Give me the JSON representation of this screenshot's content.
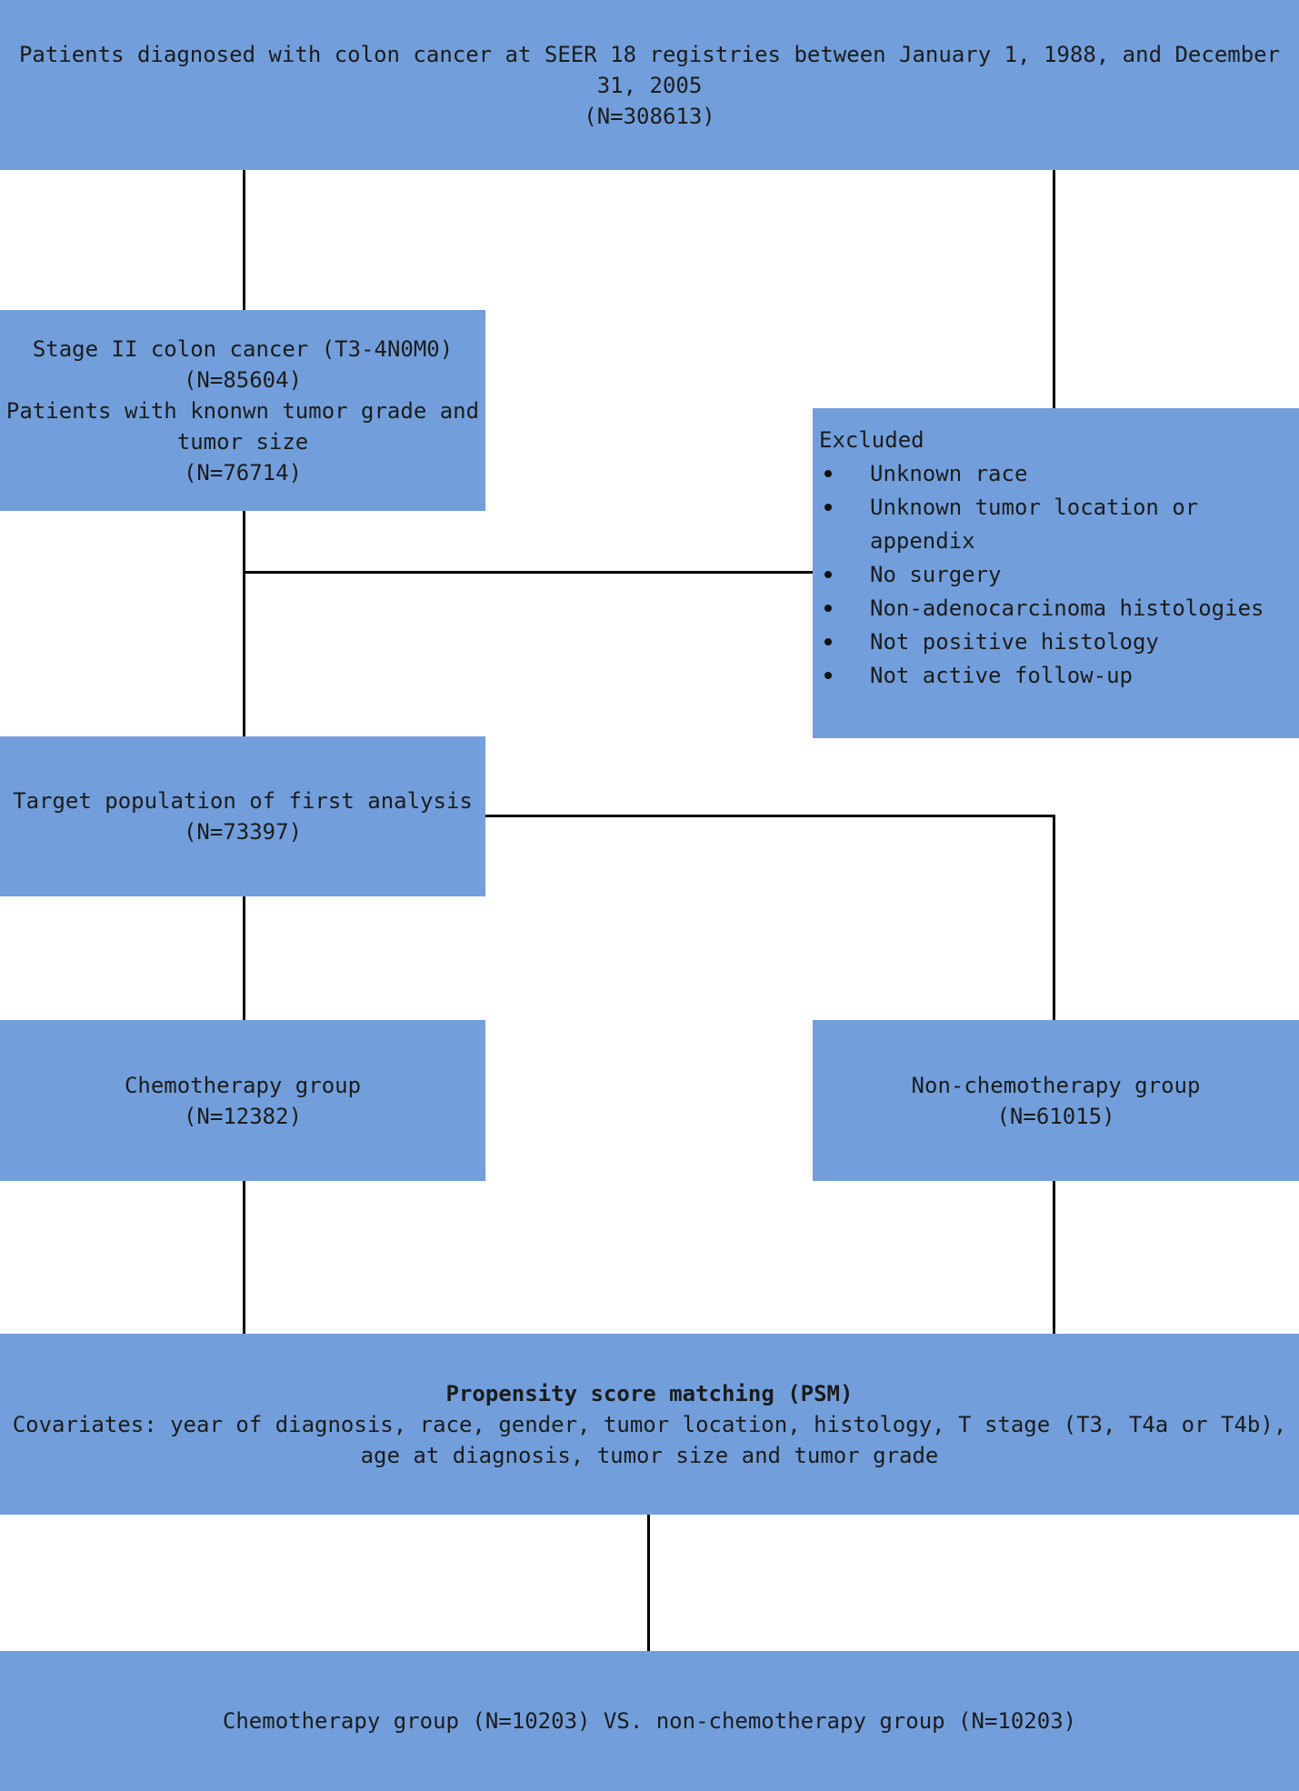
{
  "flowchart": {
    "seer_box": {
      "line1": "Patients diagnosed with colon cancer at SEER 18 registries between January 1, 1988, and December",
      "line2": "31, 2005",
      "count": "(N=308613)"
    },
    "stage2_box": {
      "line1": "Stage II colon cancer (T3-4N0M0)",
      "count1": "(N=85604)",
      "line2": "Patients with knonwn tumor grade and",
      "line3": "tumor size",
      "count2": "(N=76714)"
    },
    "excluded_box": {
      "title": "Excluded",
      "items": [
        {
          "line1": "Unknown race",
          "line2": ""
        },
        {
          "line1": "Unknown tumor location or",
          "line2": "appendix"
        },
        {
          "line1": "No surgery",
          "line2": ""
        },
        {
          "line1": "Non-adenocarcinoma histologies",
          "line2": ""
        },
        {
          "line1": "Not positive histology",
          "line2": ""
        },
        {
          "line1": "Not active follow-up",
          "line2": ""
        }
      ]
    },
    "target_box": {
      "line1": "Target population of first analysis",
      "count": "(N=73397)"
    },
    "chemo_box": {
      "line1": "Chemotherapy group",
      "count": "(N=12382)"
    },
    "nonchemo_box": {
      "line1": "Non-chemotherapy group",
      "count": "(N=61015)"
    },
    "psm_box": {
      "title": "Propensity score matching (PSM)",
      "line1": "Covariates: year of diagnosis, race, gender, tumor location, histology, T stage (T3, T4a or T4b),",
      "line2": "age at diagnosis, tumor size and tumor grade"
    },
    "result_box": {
      "line1": "Chemotherapy group (N=10203) VS. non-chemotherapy group (N=10203)"
    },
    "colors": {
      "box_fill": "#729fdc",
      "connector": "#000000",
      "text": "#1c1c1c"
    }
  }
}
